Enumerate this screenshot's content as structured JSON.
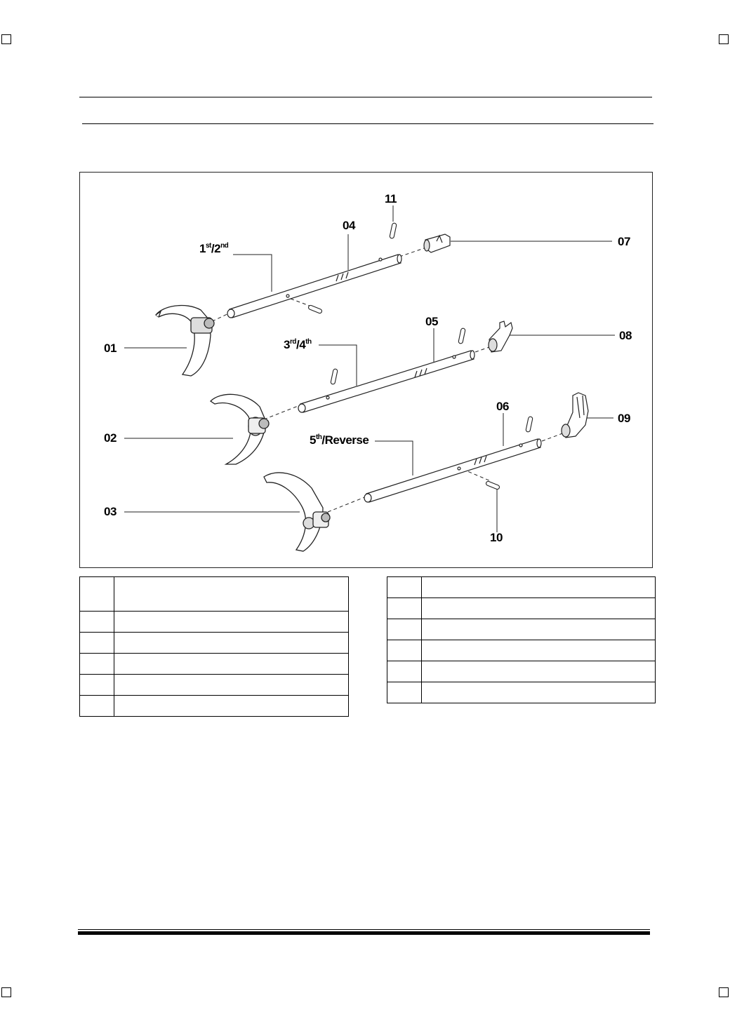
{
  "callouts": {
    "c01": "01",
    "c02": "02",
    "c03": "03",
    "c04": "04",
    "c05": "05",
    "c06": "06",
    "c07": "07",
    "c08": "08",
    "c09": "09",
    "c10": "10",
    "c11": "11"
  },
  "rail_labels": {
    "first_base": "1",
    "first_sup1": "st",
    "first_mid": "/2",
    "first_sup2": "nd",
    "third_base": "3",
    "third_sup1": "rd",
    "third_mid": "/4",
    "third_sup2": "th",
    "fifth_base": "5",
    "fifth_sup": "th",
    "fifth_rest": "/Reverse"
  },
  "left_table_rows": [
    "",
    "",
    "",
    "",
    "",
    ""
  ],
  "right_table_rows": [
    "",
    "",
    "",
    "",
    "",
    ""
  ]
}
